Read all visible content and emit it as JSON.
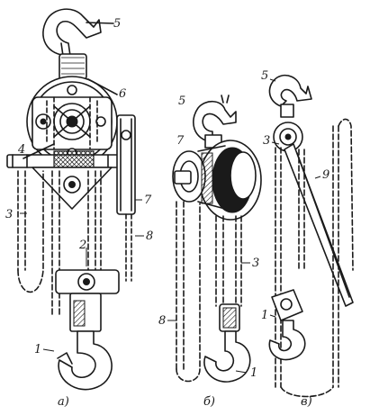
{
  "figures": [
    {
      "caption": "а)"
    },
    {
      "caption": "б)"
    },
    {
      "caption": "в)"
    }
  ],
  "callouts": {
    "a": [
      "5",
      "6",
      "4",
      "3",
      "2",
      "7",
      "8",
      "1"
    ],
    "b": [
      "5",
      "7",
      "8",
      "3",
      "1"
    ],
    "c": [
      "5",
      "3",
      "9",
      "1"
    ]
  }
}
